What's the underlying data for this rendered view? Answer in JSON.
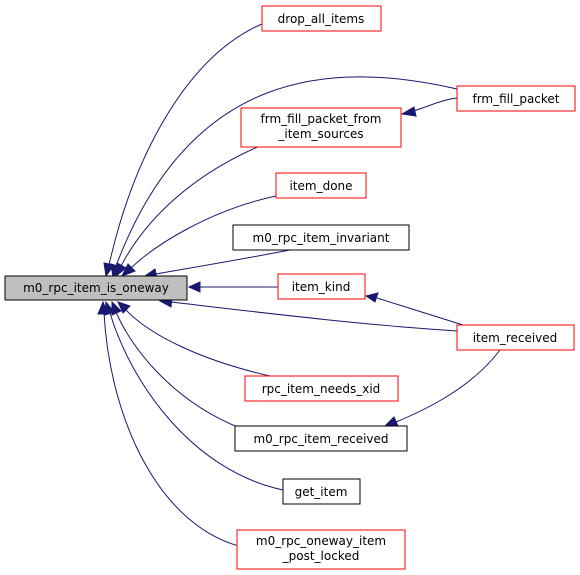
{
  "colors": {
    "edge": "#191970",
    "node_border_default": "#ff0000",
    "node_border_complete": "#000000",
    "focus_fill": "#bfbfbf",
    "node_fill": "#ffffff"
  },
  "nodes": [
    {
      "id": "focus",
      "lines": [
        "m0_rpc_item_is_oneway"
      ],
      "kind": "focus"
    },
    {
      "id": "drop_all_items",
      "lines": [
        "drop_all_items"
      ],
      "kind": "red"
    },
    {
      "id": "frm_fill_packet",
      "lines": [
        "frm_fill_packet"
      ],
      "kind": "red"
    },
    {
      "id": "frm_fill_packet_from_item_sources",
      "lines": [
        "frm_fill_packet_from",
        "_item_sources"
      ],
      "kind": "red"
    },
    {
      "id": "item_done",
      "lines": [
        "item_done"
      ],
      "kind": "red"
    },
    {
      "id": "m0_rpc_item_invariant",
      "lines": [
        "m0_rpc_item_invariant"
      ],
      "kind": "black"
    },
    {
      "id": "item_kind",
      "lines": [
        "item_kind"
      ],
      "kind": "red"
    },
    {
      "id": "item_received",
      "lines": [
        "item_received"
      ],
      "kind": "red"
    },
    {
      "id": "rpc_item_needs_xid",
      "lines": [
        "rpc_item_needs_xid"
      ],
      "kind": "red"
    },
    {
      "id": "m0_rpc_item_received",
      "lines": [
        "m0_rpc_item_received"
      ],
      "kind": "black"
    },
    {
      "id": "get_item",
      "lines": [
        "get_item"
      ],
      "kind": "black"
    },
    {
      "id": "m0_rpc_oneway_item_post_locked",
      "lines": [
        "m0_rpc_oneway_item",
        "_post_locked"
      ],
      "kind": "red"
    }
  ]
}
